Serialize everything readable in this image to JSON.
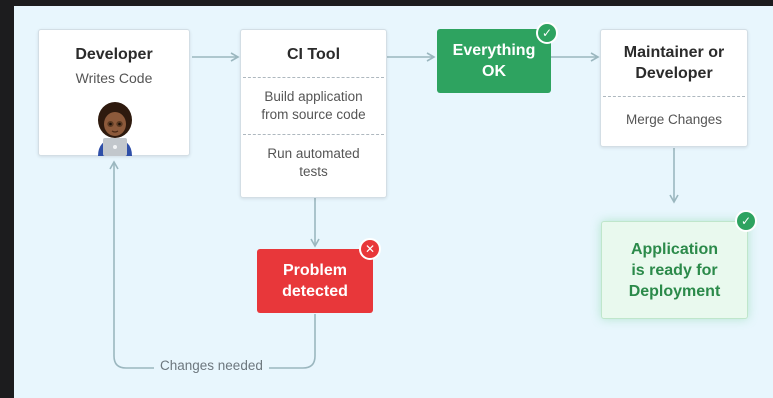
{
  "diagram": {
    "developer": {
      "title": "Developer",
      "subtitle": "Writes Code"
    },
    "ci_tool": {
      "title": "CI Tool",
      "step1": "Build application from source code",
      "step2": "Run automated tests"
    },
    "everything_ok": {
      "label": "Everything OK"
    },
    "maintainer": {
      "title": "Maintainer or Developer",
      "action": "Merge Changes"
    },
    "problem": {
      "label": "Problem detected"
    },
    "deployment": {
      "label": "Application is ready for Deployment"
    },
    "loop_label": "Changes needed"
  },
  "colors": {
    "background": "#e8f6fd",
    "success": "#2ea360",
    "error": "#e8373a",
    "deploy_text": "#2b8a4a",
    "connector": "#9bb7bf"
  },
  "icons": {
    "success_badge": "check-circle-icon",
    "error_badge": "x-circle-icon",
    "developer_avatar": "woman-with-laptop-icon"
  }
}
